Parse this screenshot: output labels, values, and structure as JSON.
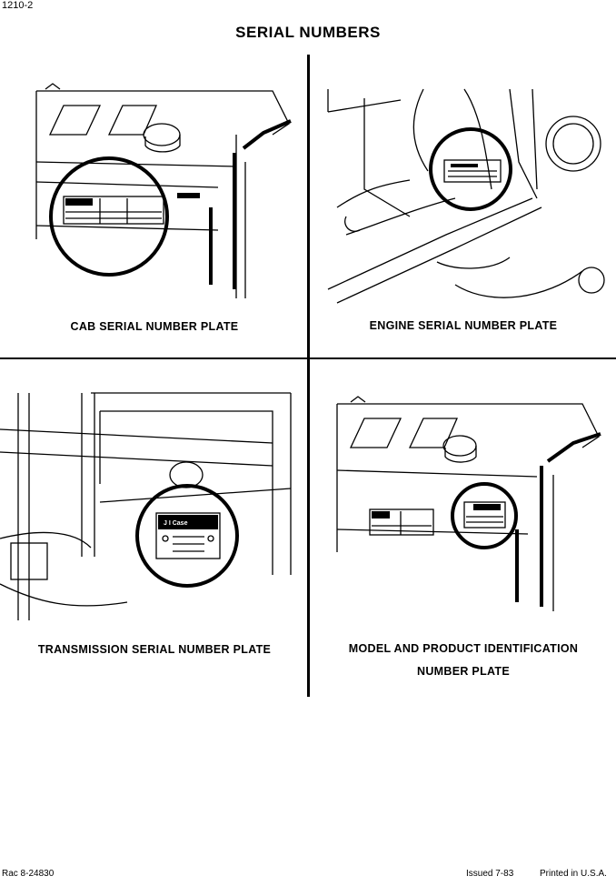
{
  "header": {
    "page_number": "1210-2",
    "title": "SERIAL NUMBERS"
  },
  "panels": {
    "cab": {
      "caption": "CAB SERIAL NUMBER PLATE"
    },
    "engine": {
      "caption": "ENGINE SERIAL NUMBER PLATE"
    },
    "transmission": {
      "caption": "TRANSMISSION SERIAL NUMBER PLATE",
      "plate_brand": "J I Case"
    },
    "model": {
      "caption_line1": "MODEL AND PRODUCT IDENTIFICATION",
      "caption_line2": "NUMBER PLATE"
    }
  },
  "footer": {
    "reference": "Rac 8-24830",
    "issued": "Issued 7-83",
    "printed": "Printed in U.S.A."
  }
}
